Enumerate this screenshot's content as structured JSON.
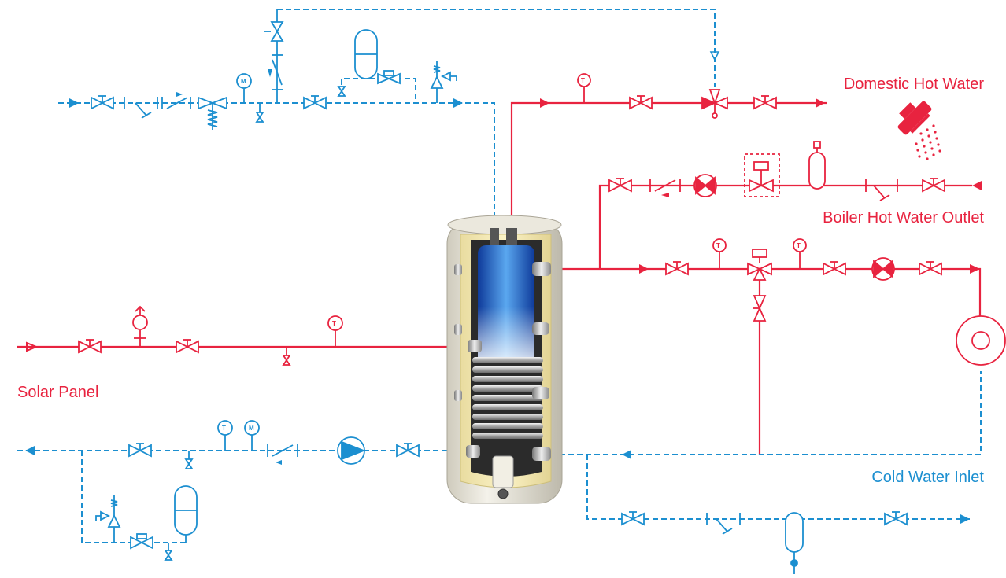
{
  "labels": {
    "domestic_hot_water": "Domestic Hot Water",
    "boiler_hot_water_outlet": "Boiler Hot Water Outlet",
    "solar_panel": "Solar Panel",
    "cold_water_inlet": "Cold Water Inlet"
  },
  "gauges": {
    "temperature": "T",
    "manometer": "M"
  },
  "colors": {
    "hot": "#e8233f",
    "cold": "#1c8fd0",
    "tank_shell": "#e3e0d2",
    "tank_insulation": "#f3e7b0",
    "tank_inner_blue": "#1a4fbf"
  },
  "icons": {
    "valve": "ball-valve-icon",
    "check_valve": "check-valve-icon",
    "pump": "circulation-pump-icon",
    "filter": "y-strainer-icon",
    "expansion_vessel": "expansion-vessel-icon",
    "safety_valve": "safety-relief-valve-icon",
    "mixing_valve": "three-way-mixing-valve-icon",
    "shower": "shower-head-icon",
    "storage_tank": "hot-water-storage-tank-icon"
  }
}
